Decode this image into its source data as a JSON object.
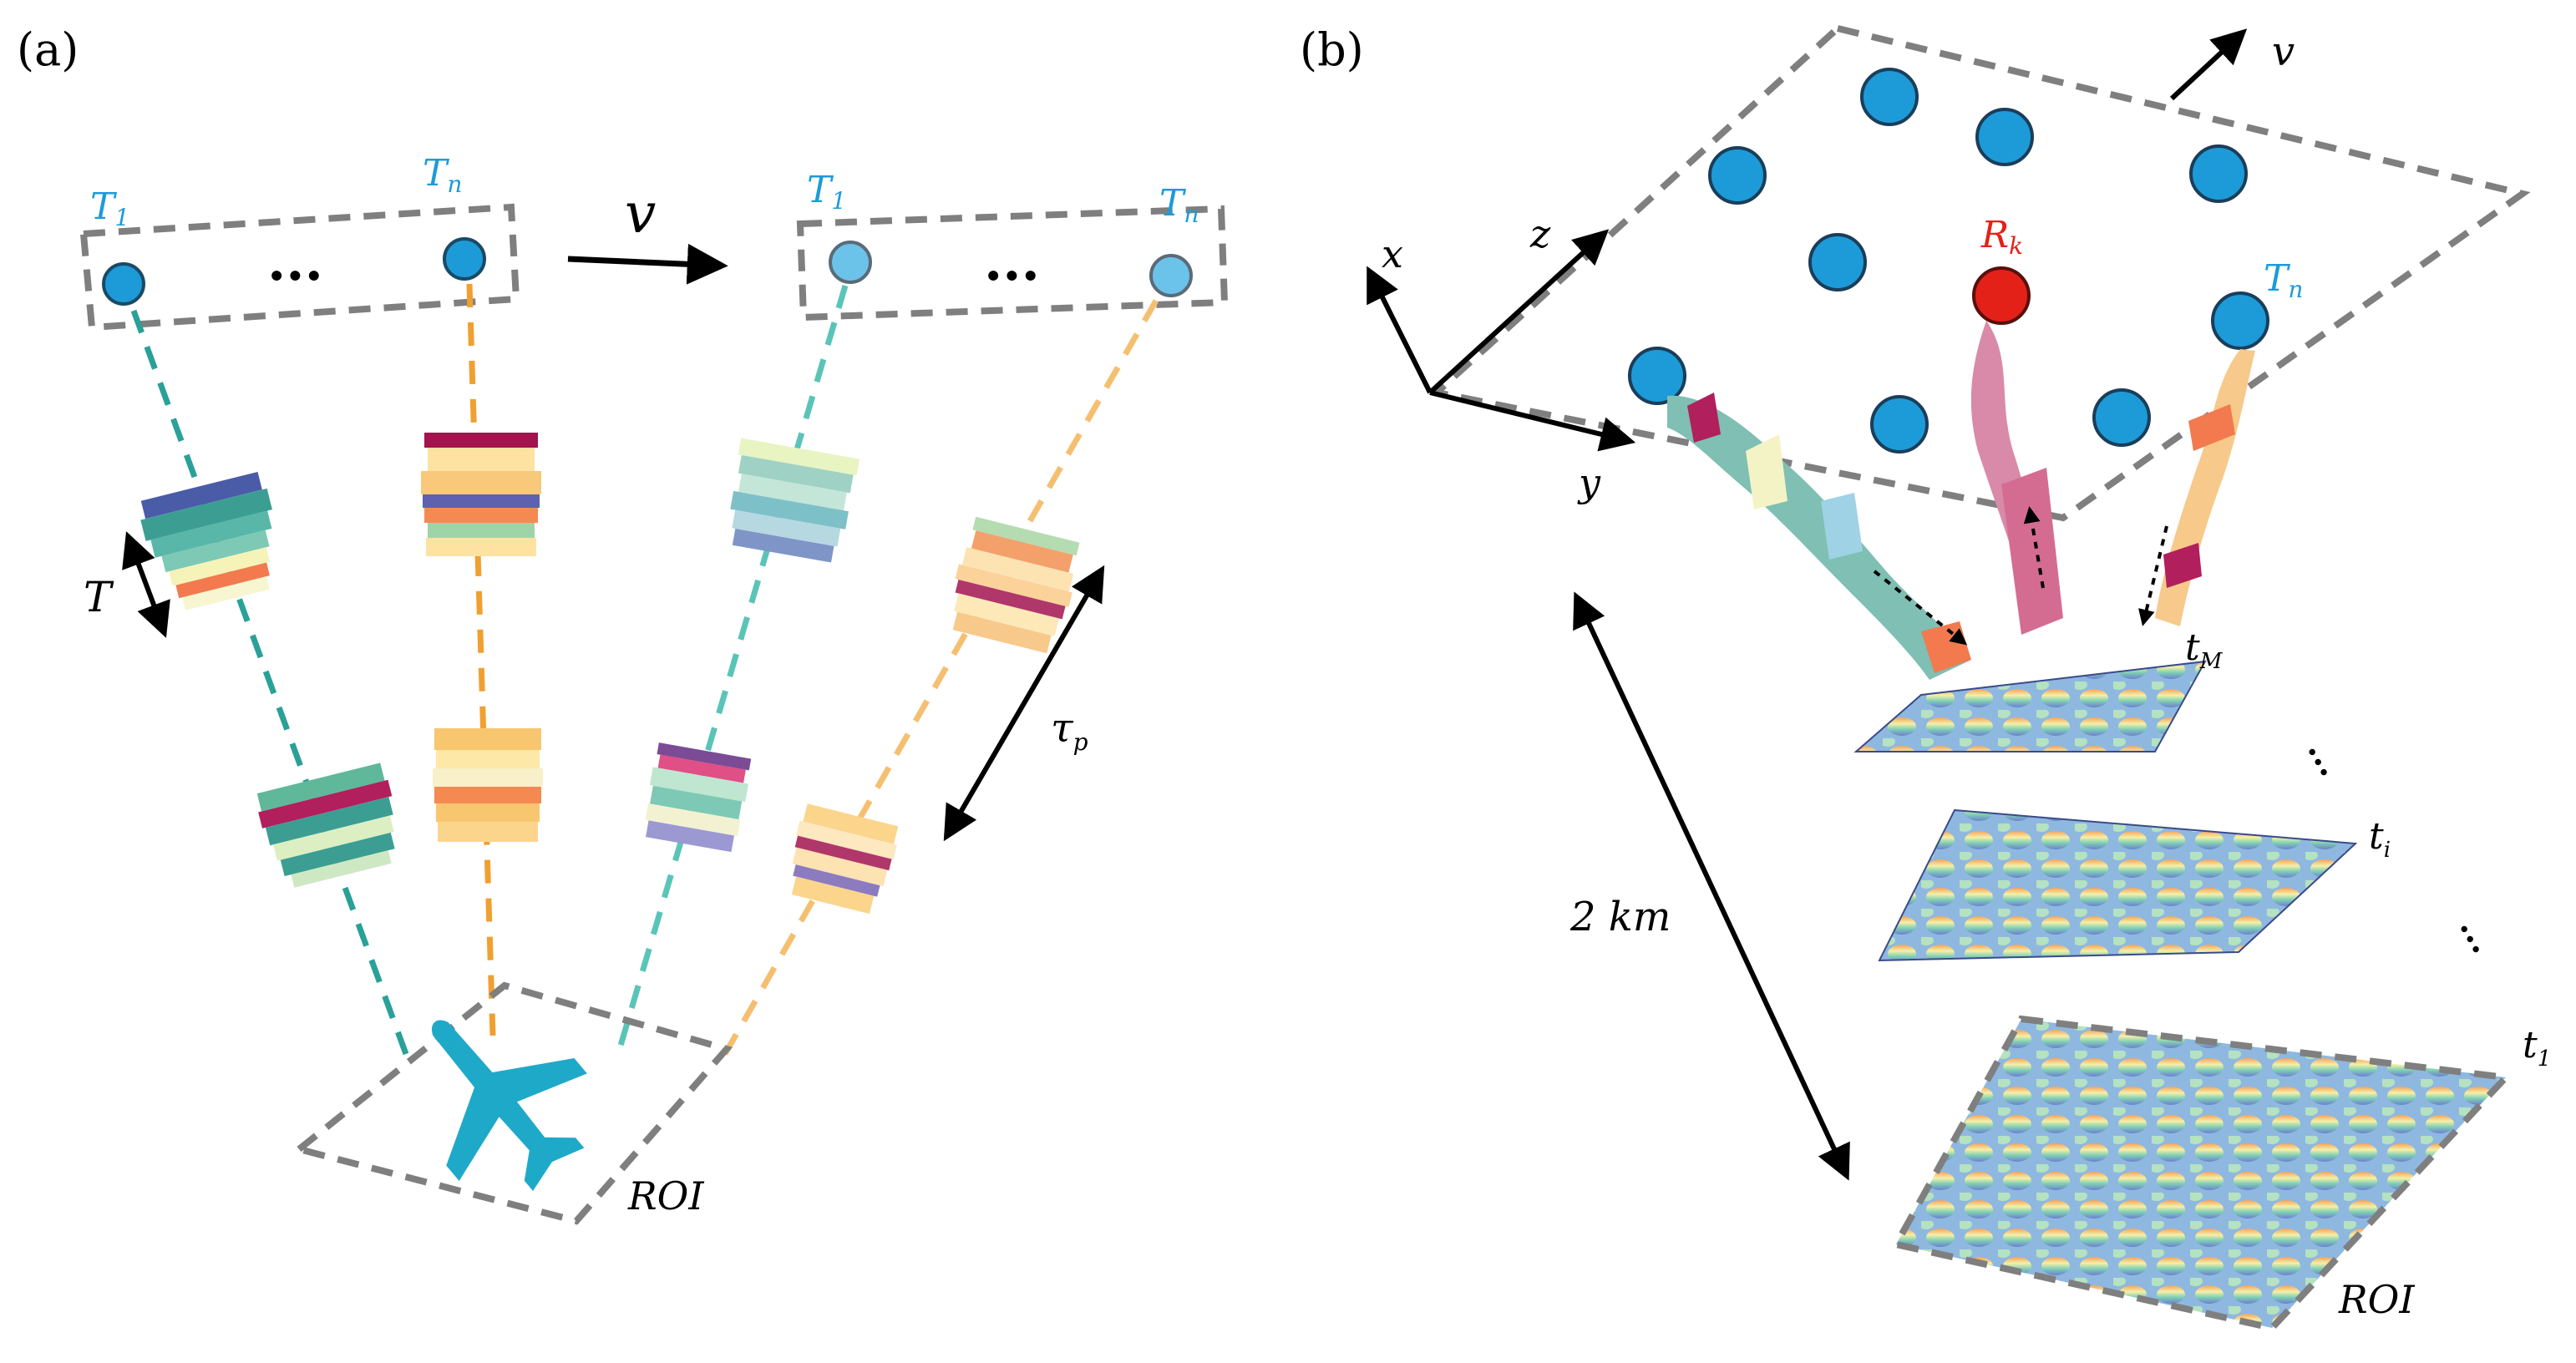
{
  "panel_a": {
    "panel_label": "(a)",
    "transmitter_first": "T",
    "transmitter_first_sub": "1",
    "transmitter_last": "T",
    "transmitter_last_sub": "n",
    "ellipsis": "...",
    "velocity": "v",
    "period_label": "T",
    "delay_label": "τ",
    "delay_sub": "p",
    "region_label": "ROI"
  },
  "panel_b": {
    "panel_label": "(b)",
    "axis_x": "x",
    "axis_y": "y",
    "axis_z": "z",
    "velocity": "v",
    "receiver_label": "R",
    "receiver_sub": "k",
    "transmitter_label": "T",
    "transmitter_sub": "n",
    "time_top": "t",
    "time_top_sub": "M",
    "time_mid": "t",
    "time_mid_sub": "i",
    "time_bottom": "t",
    "time_bottom_sub": "1",
    "distance_label": "2 km",
    "region_label": "ROI"
  },
  "colors": {
    "transmitter_blue": "#1d9bd8",
    "transmitter_light": "#6cc3ea",
    "receiver_red": "#e32119",
    "label_blue": "#1d9bd8",
    "label_red": "#e32119",
    "teal_path": "#2aa198",
    "orange_path": "#f0a030",
    "aircraft": "#1fa9c9"
  }
}
